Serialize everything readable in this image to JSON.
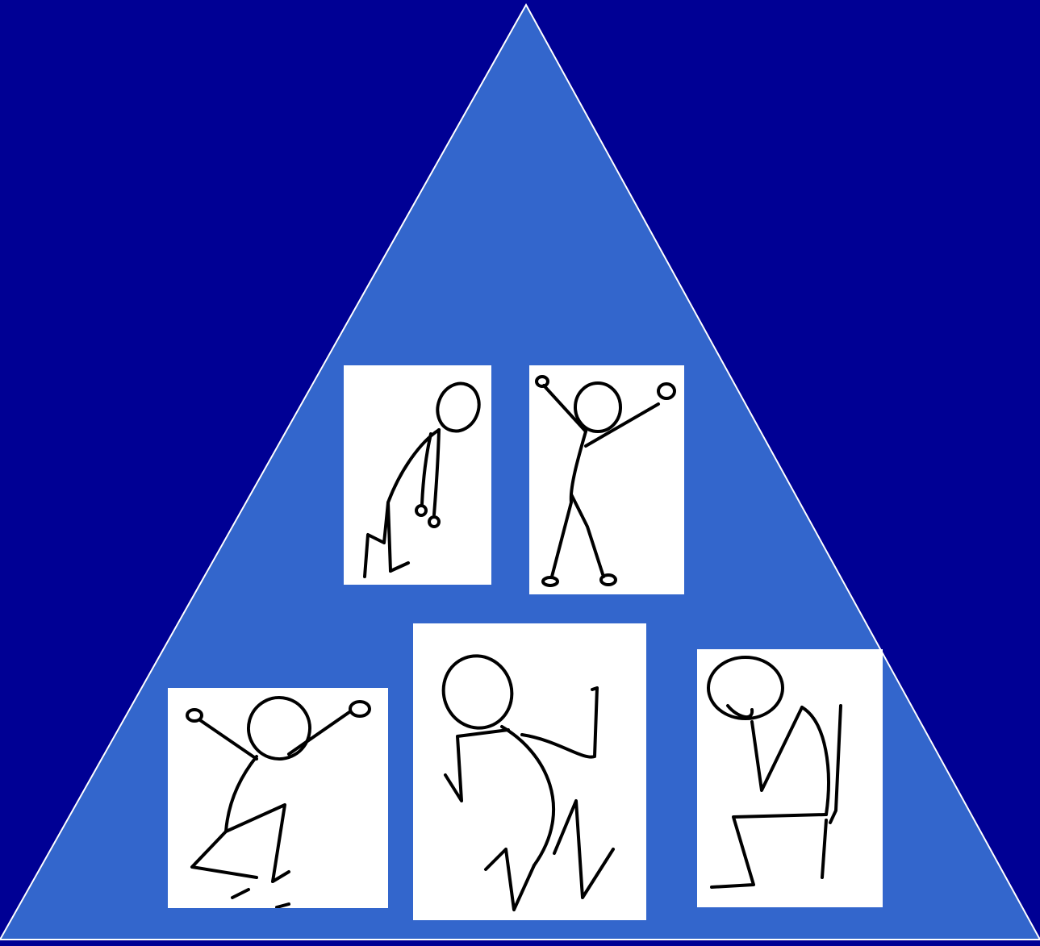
{
  "colors": {
    "background": "#000094",
    "triangle_fill": "#3366cc",
    "triangle_outline": "#ffffff",
    "card_fill": "#ffffff",
    "drawing_ink": "#000000"
  },
  "figures": [
    {
      "id": "figure-1",
      "pose": "stooped-forward"
    },
    {
      "id": "figure-2",
      "pose": "arms-raised-standing"
    },
    {
      "id": "figure-3",
      "pose": "kneeling-arms-raised"
    },
    {
      "id": "figure-4",
      "pose": "leaning-dancing"
    },
    {
      "id": "figure-5",
      "pose": "seated-head-down"
    }
  ]
}
